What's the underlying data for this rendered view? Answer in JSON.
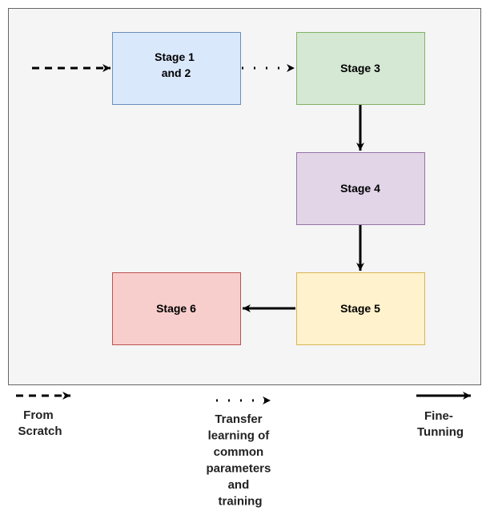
{
  "diagram": {
    "background_fill": "#f5f5f5",
    "background_stroke": "#666666",
    "nodes": {
      "stage12": {
        "lines": [
          "Stage 1",
          "and 2"
        ],
        "fill": "#dae8fc",
        "stroke": "#6c8ebf"
      },
      "stage3": {
        "lines": [
          "Stage 3"
        ],
        "fill": "#d5e8d4",
        "stroke": "#82b366"
      },
      "stage4": {
        "lines": [
          "Stage 4"
        ],
        "fill": "#e1d5e7",
        "stroke": "#9673a6"
      },
      "stage5": {
        "lines": [
          "Stage 5"
        ],
        "fill": "#fff2cc",
        "stroke": "#d6b656"
      },
      "stage6": {
        "lines": [
          "Stage 6"
        ],
        "fill": "#f8cecc",
        "stroke": "#b85450"
      }
    },
    "edges": [
      {
        "from": "entry",
        "to": "stage12",
        "style": "dashed"
      },
      {
        "from": "stage12",
        "to": "stage3",
        "style": "dotted"
      },
      {
        "from": "stage3",
        "to": "stage4",
        "style": "solid"
      },
      {
        "from": "stage4",
        "to": "stage5",
        "style": "solid"
      },
      {
        "from": "stage5",
        "to": "stage6",
        "style": "solid"
      }
    ]
  },
  "legend": {
    "from_scratch": {
      "style": "dashed",
      "lines": [
        "From",
        "Scratch"
      ]
    },
    "transfer_learning": {
      "style": "dotted",
      "lines": [
        "Transfer",
        "learning of",
        "common",
        "parameters",
        "and",
        "training"
      ]
    },
    "fine_tuning": {
      "style": "solid",
      "lines": [
        "Fine-",
        "Tunning"
      ]
    }
  }
}
